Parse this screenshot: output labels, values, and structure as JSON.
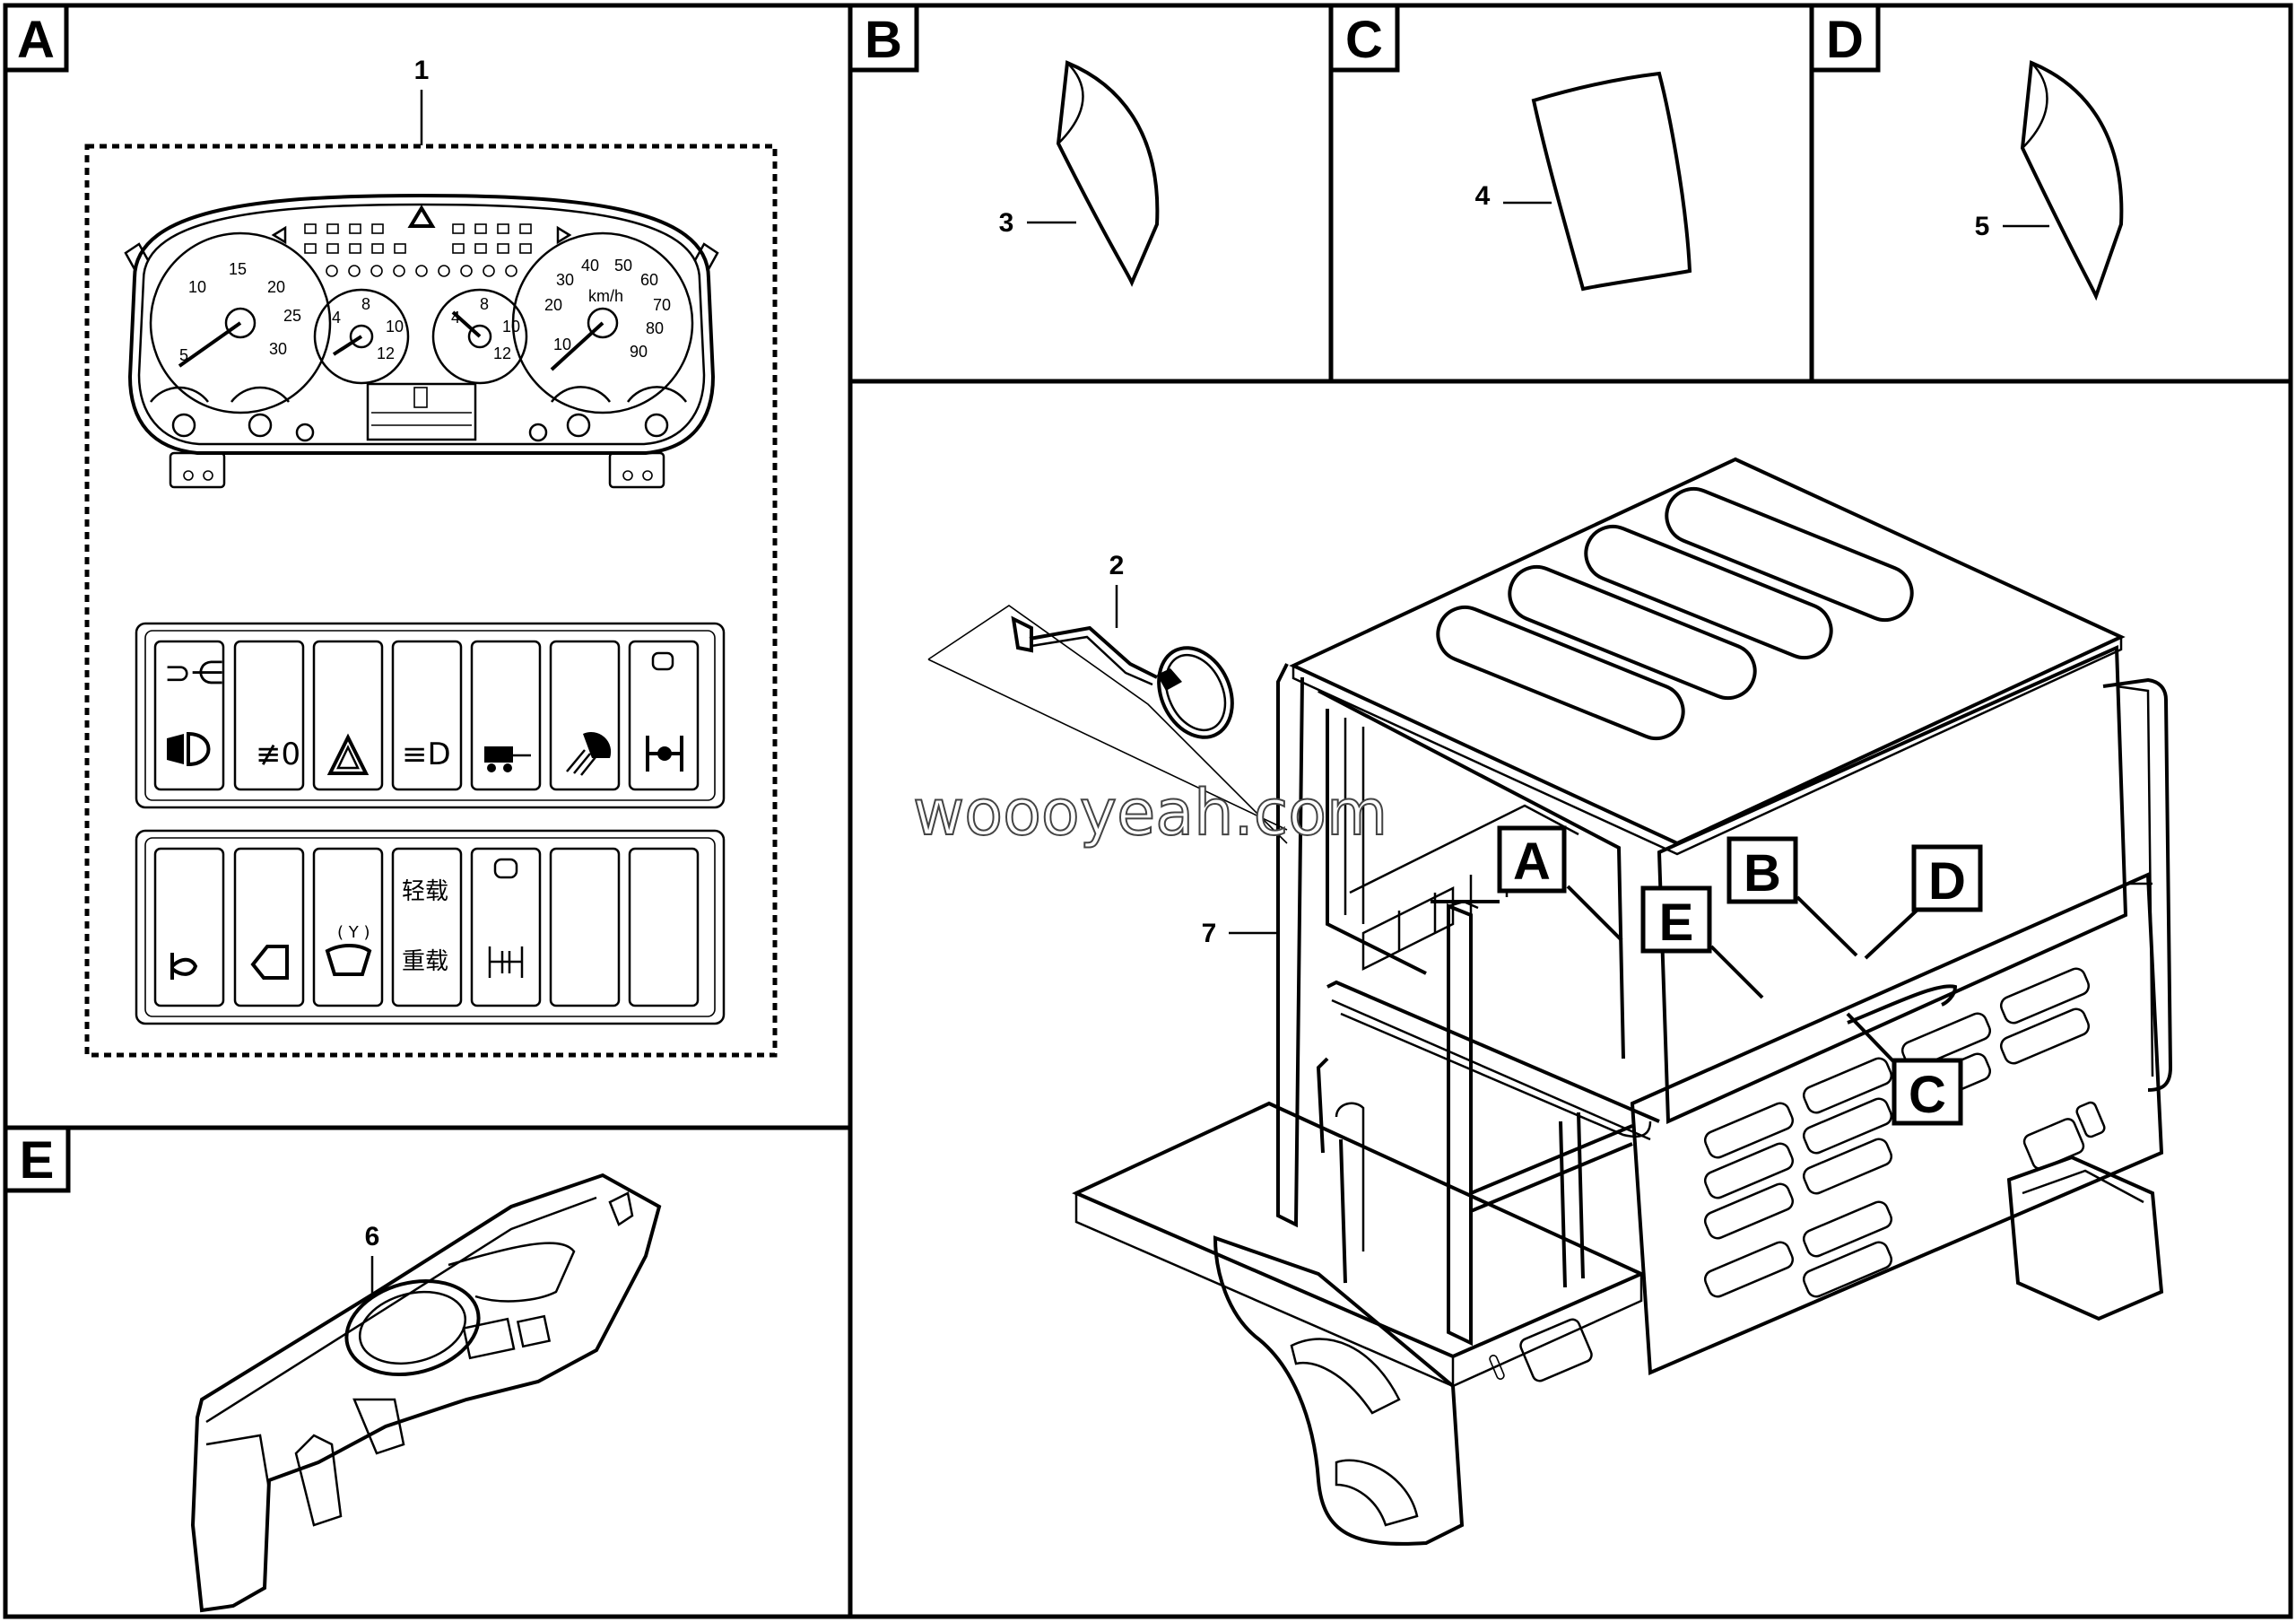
{
  "panels": {
    "A": {
      "tag": "A",
      "callout": "1"
    },
    "B": {
      "tag": "B",
      "callout": "3"
    },
    "C": {
      "tag": "C",
      "callout": "4"
    },
    "D": {
      "tag": "D",
      "callout": "5"
    },
    "E": {
      "tag": "E",
      "callout": "6"
    }
  },
  "main_view": {
    "callout_mirror": "2",
    "callout_cab": "7",
    "location_tags": [
      "A",
      "E",
      "B",
      "D",
      "C"
    ]
  },
  "gauge_cluster": {
    "tach_numbers": [
      "5",
      "10",
      "15",
      "20",
      "25",
      "30"
    ],
    "speedo_numbers": [
      "10",
      "20",
      "30",
      "40",
      "50",
      "60",
      "70",
      "80",
      "90"
    ],
    "speedo_unit": "km/h",
    "small_gauge_left_numbers": [
      "4",
      "8",
      "10",
      "12"
    ],
    "small_gauge_right_numbers": [
      "4",
      "8",
      "10",
      "12"
    ]
  },
  "switch_panel": {
    "row2_cjk_top": "轻载",
    "row2_cjk_bottom": "重载"
  },
  "watermark": "woooyeah.com"
}
